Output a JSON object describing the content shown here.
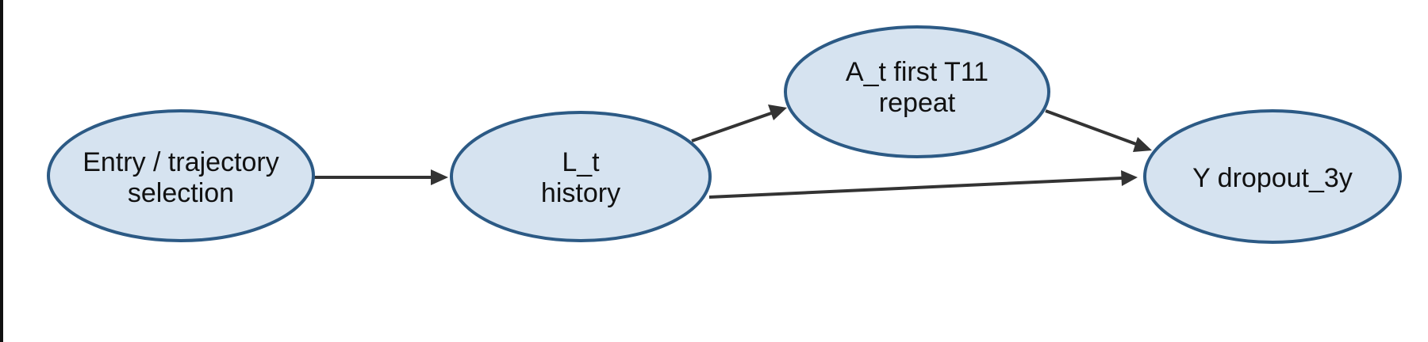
{
  "diagram": {
    "nodes": [
      {
        "id": "entry",
        "lines": [
          "Entry / trajectory",
          "selection"
        ]
      },
      {
        "id": "lt",
        "lines": [
          "L_t",
          "history"
        ]
      },
      {
        "id": "at",
        "lines": [
          "A_t first T11",
          "repeat"
        ]
      },
      {
        "id": "y",
        "lines": [
          "Y dropout_3y"
        ]
      }
    ],
    "edges": [
      {
        "from": "entry",
        "to": "lt"
      },
      {
        "from": "lt",
        "to": "at"
      },
      {
        "from": "lt",
        "to": "y"
      },
      {
        "from": "at",
        "to": "y"
      }
    ],
    "colors": {
      "node_fill": "#d6e3f0",
      "node_stroke": "#2c5a85",
      "edge": "#333333",
      "text": "#111111"
    }
  }
}
